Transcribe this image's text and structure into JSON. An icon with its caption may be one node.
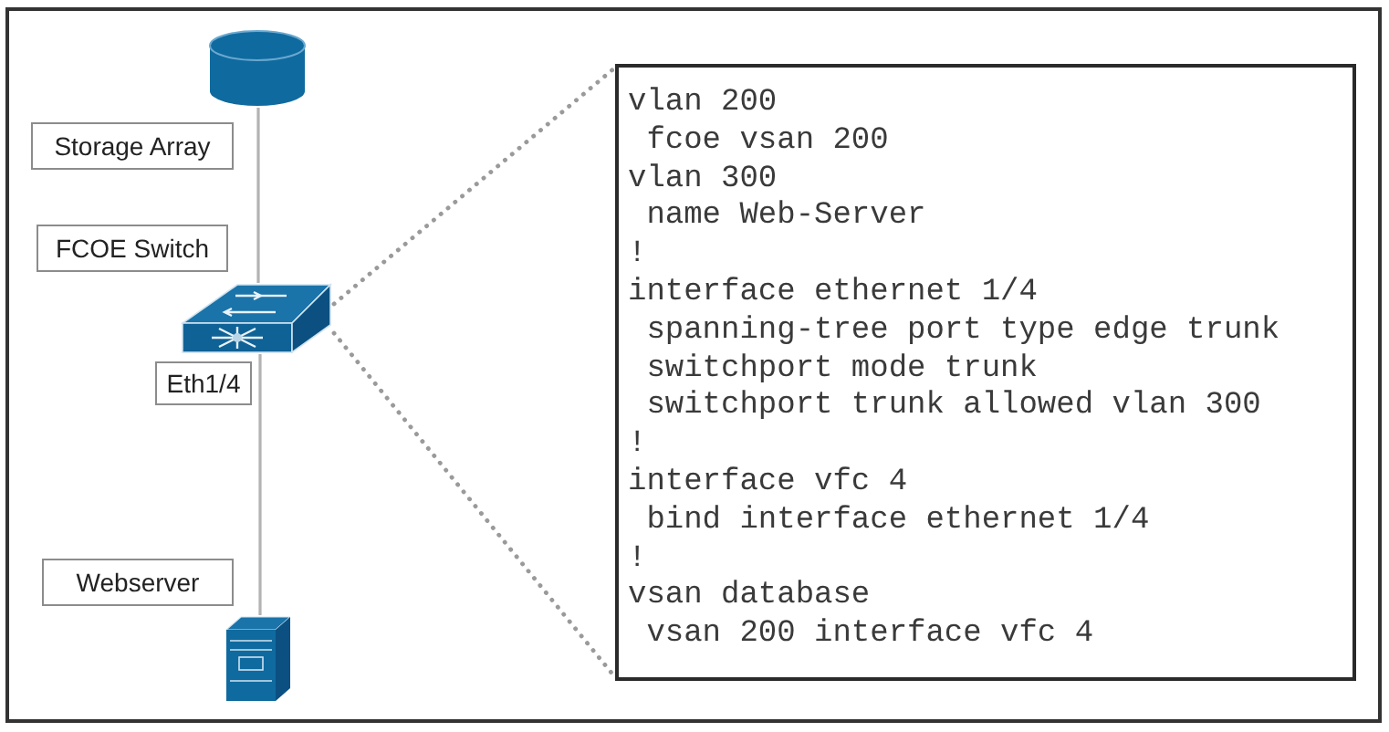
{
  "diagram": {
    "nodes": [
      {
        "text": [],
        "shape": "cylinder"
      },
      {
        "text": [
          "Storage Array"
        ]
      },
      {
        "text": [
          "FCOE Switch"
        ]
      },
      {
        "text": [],
        "shape": "picture"
      },
      {
        "text": [
          "Eth1/4"
        ]
      },
      {
        "text": [
          "Webserver"
        ]
      },
      {
        "text": [],
        "shape": "picture"
      },
      {
        "text": [
          "vlan 200",
          " fcoe vsan 200",
          "vlan 300",
          " name Web-Server",
          "!",
          "interface ethernet 1/4",
          " spanning-tree port type edge trunk",
          " switchport mode trunk",
          " switchport trunk allowed vlan 300",
          "!",
          "interface vfc 4",
          " bind interface ethernet 1/4",
          "!",
          "vsan database",
          " vsan 200 interface vfc 4"
        ]
      }
    ],
    "edges": [
      {
        "from": 0,
        "to": 3,
        "arrow": "none"
      },
      {
        "from": 3,
        "to": 6,
        "arrow": "none"
      },
      {
        "from": 3,
        "to": 7,
        "arrow": "none",
        "style": "dashed"
      },
      {
        "from": 3,
        "to": 7,
        "arrow": "none",
        "style": "dashed"
      }
    ]
  }
}
